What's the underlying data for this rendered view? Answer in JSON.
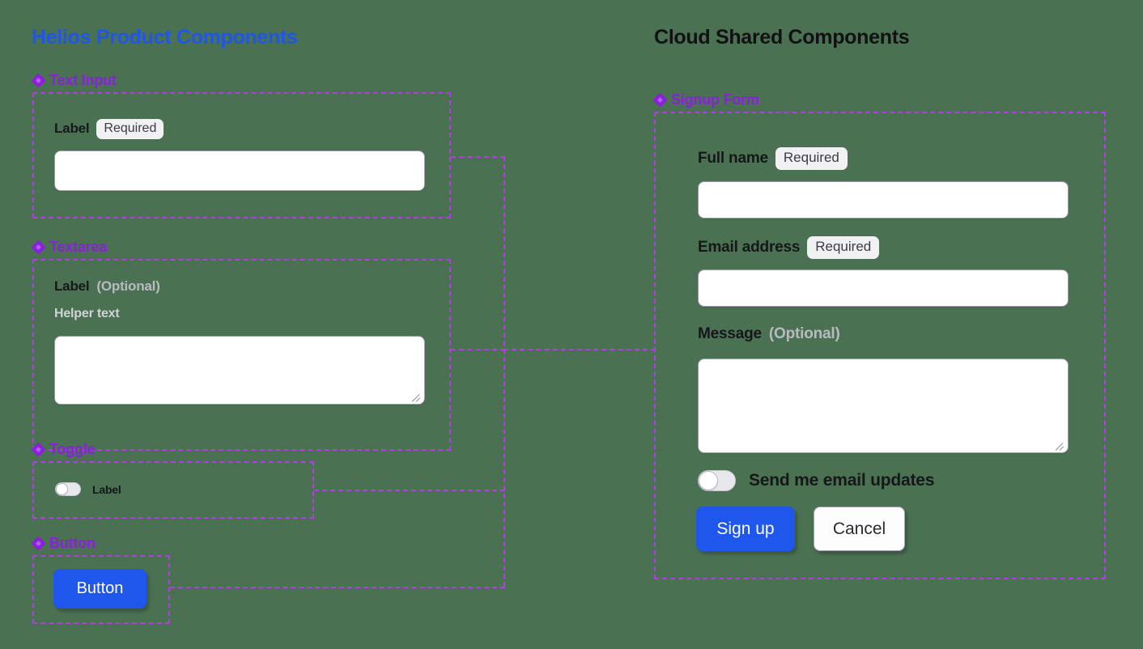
{
  "columns": {
    "left": {
      "title": "Helios Product Components"
    },
    "right": {
      "title": "Cloud Shared Components"
    }
  },
  "left_sections": [
    {
      "name": "text-input",
      "heading": "Text Input",
      "label": "Label",
      "badge": "Required",
      "value": "",
      "placeholder": ""
    },
    {
      "name": "textarea",
      "heading": "Textarea",
      "label": "Label",
      "optional": "(Optional)",
      "helper": "Helper text",
      "value": "",
      "placeholder": ""
    },
    {
      "name": "toggle",
      "heading": "Toggle",
      "label": "Label",
      "state": "off"
    },
    {
      "name": "button",
      "heading": "Button",
      "label": "Button"
    }
  ],
  "signup_form": {
    "heading": "Signup Form",
    "fields": [
      {
        "label": "Full name",
        "badge": "Required",
        "value": "",
        "placeholder": ""
      },
      {
        "label": "Email address",
        "badge": "Required",
        "value": "",
        "placeholder": ""
      },
      {
        "label": "Message",
        "optional": "(Optional)",
        "value": "",
        "placeholder": ""
      }
    ],
    "toggle": {
      "label": "Send me email updates",
      "state": "off"
    },
    "primary_button": "Sign up",
    "secondary_button": "Cancel"
  },
  "icons": {
    "section_marker": "diamond-icon",
    "resize_grip": "resize-handle-icon"
  },
  "colors": {
    "background": "#4a7151",
    "brand_blue": "#1f56ec",
    "accent_purple": "#8b20dd",
    "frame_dashed": "#b43ce6",
    "heading_dark": "#111114",
    "badge_bg": "#f1f1f4",
    "muted_text": "#b9b9c2"
  }
}
